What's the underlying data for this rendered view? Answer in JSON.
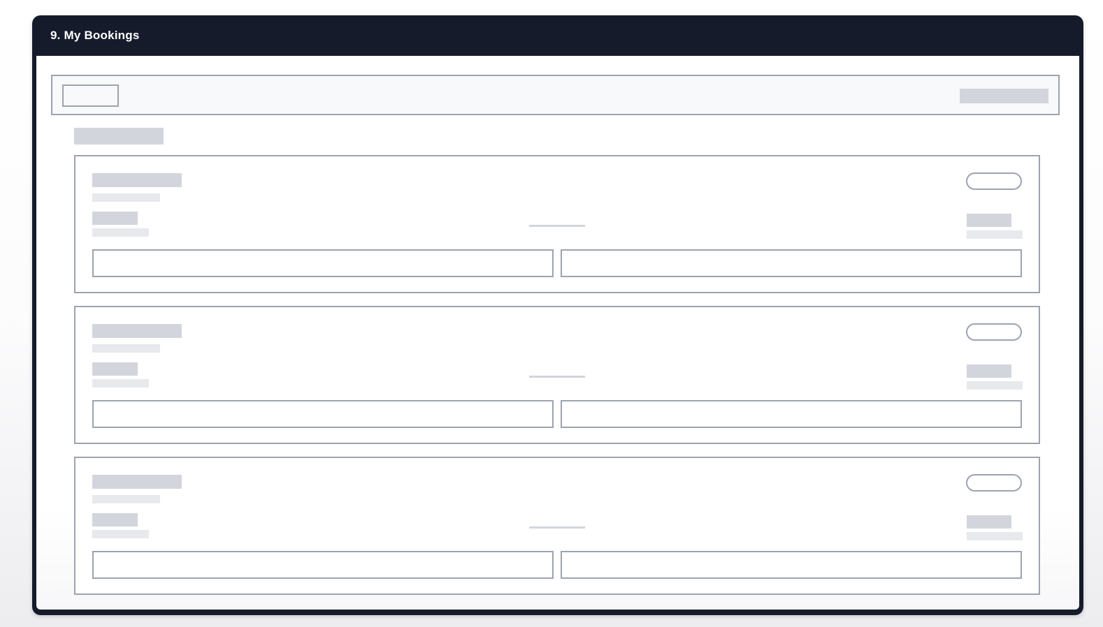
{
  "window": {
    "title": "9. My Bookings"
  },
  "colors": {
    "header-bg": "#161b2b",
    "content-bg": "#ffffff",
    "border": "#9ca3af",
    "placeholder-dark": "#d2d5dc",
    "placeholder-light": "#e7e9ed",
    "toolbar-bg": "#f8f9fb",
    "title-text": "#ffffff"
  },
  "toolbar": {
    "button_label": "",
    "right_label": ""
  },
  "bookings": {
    "count": 3,
    "cards": [
      {
        "index": 1
      },
      {
        "index": 2
      },
      {
        "index": 3
      }
    ]
  }
}
